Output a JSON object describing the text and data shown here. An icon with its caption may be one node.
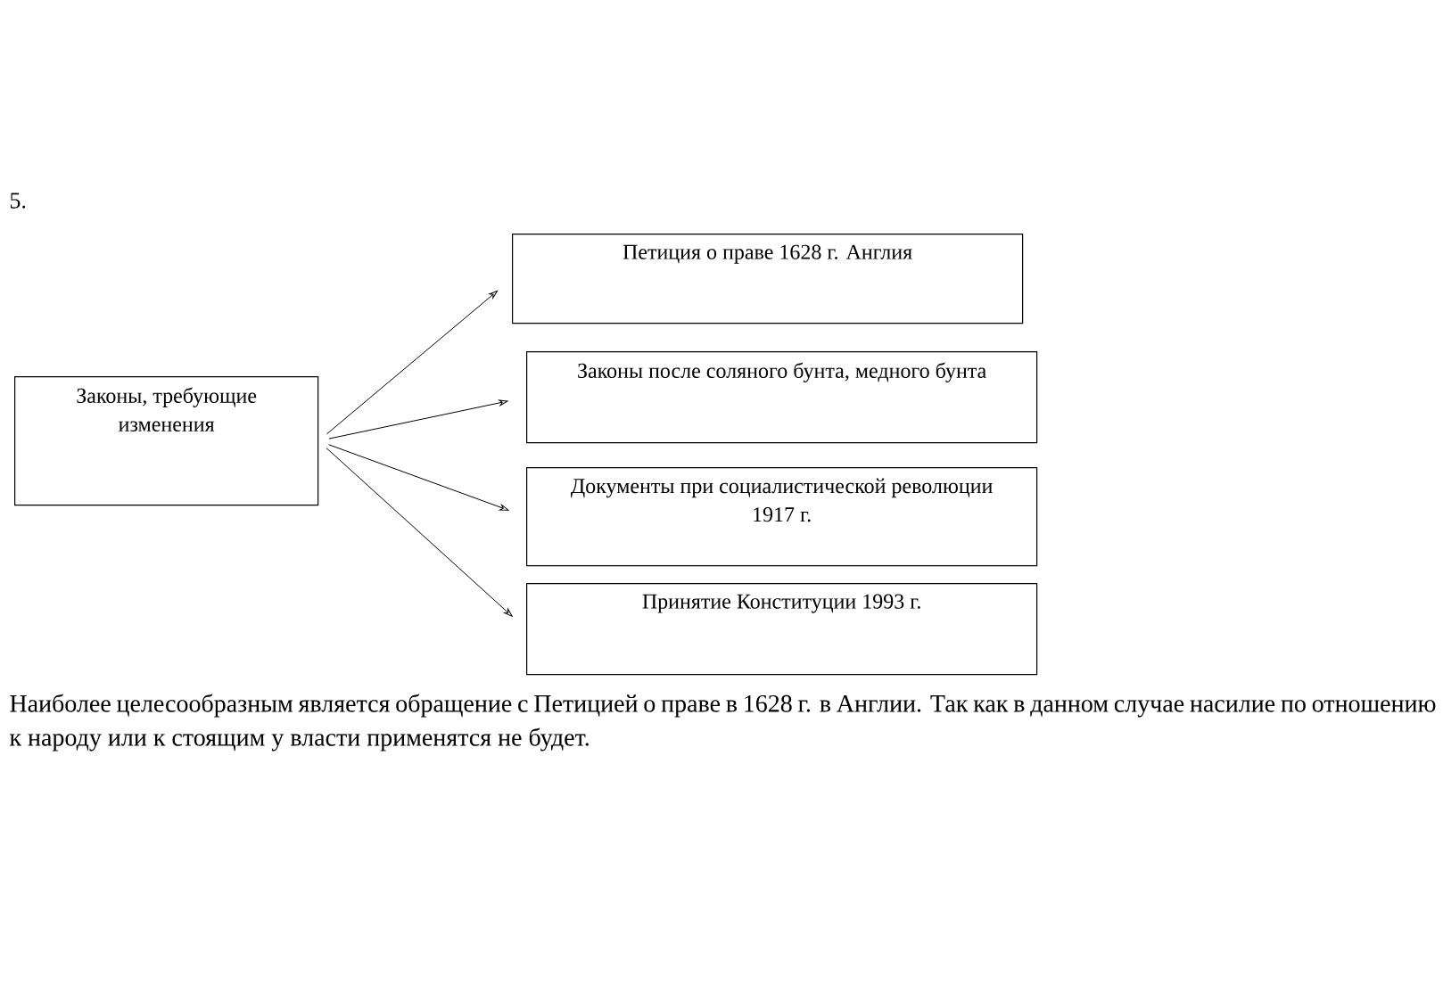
{
  "diagram": {
    "nodes": [
      {
        "text": [
          "Законы, требующие изменения"
        ]
      },
      {
        "text": [
          "Петиция о праве 1628 г. Англия"
        ]
      },
      {
        "text": [
          "Законы после соляного бунта, медного бунта"
        ]
      },
      {
        "text": [
          "Документы при социалистической революции 1917 г."
        ]
      },
      {
        "text": [
          "Принятие Конституции 1993 г."
        ]
      }
    ],
    "edges": [
      {
        "from": 0,
        "to": 1,
        "arrow": "to"
      },
      {
        "from": 0,
        "to": 2,
        "arrow": "to"
      },
      {
        "from": 0,
        "to": 3,
        "arrow": "to"
      },
      {
        "from": 0,
        "to": 4,
        "arrow": "to"
      }
    ],
    "labels": [
      "5.",
      "Наиболее целесообразным является обращение с Петицией о праве в 1628 г. в Англии. Так как в данном случае насилие по отношению к народу или к стоящим у власти применятся не будет."
    ]
  }
}
